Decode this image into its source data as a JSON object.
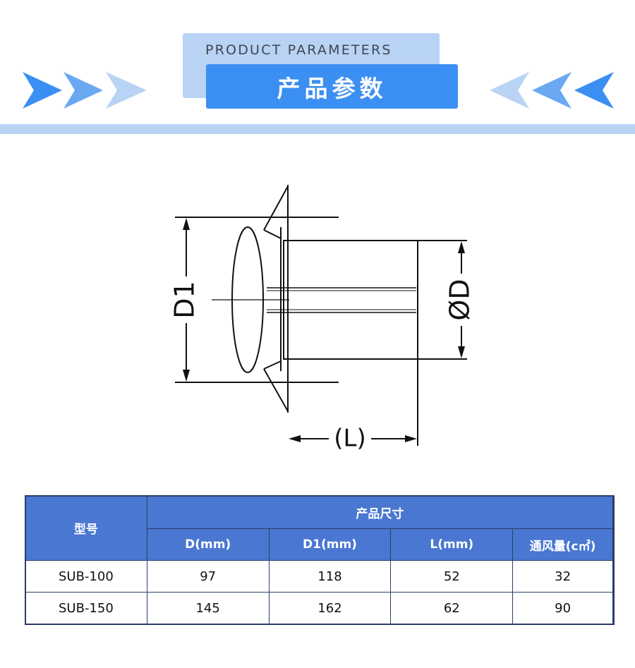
{
  "header": {
    "subtitle": "PRODUCT PARAMETERS",
    "title": "产品参数",
    "accent_color": "#3c8ff2",
    "light_color": "#b9d3f4"
  },
  "diagram": {
    "label_d1": "D1",
    "label_d": "ØD",
    "label_l": "(L)"
  },
  "table": {
    "model_header": "型号",
    "size_header": "产品尺寸",
    "columns": [
      "D(mm)",
      "D1(mm)",
      "L(mm)",
      "通风量(c㎡)"
    ],
    "rows": [
      {
        "model": "SUB-100",
        "d": "97",
        "d1": "118",
        "l": "52",
        "flow": "32"
      },
      {
        "model": "SUB-150",
        "d": "145",
        "d1": "162",
        "l": "62",
        "flow": "90"
      }
    ]
  }
}
